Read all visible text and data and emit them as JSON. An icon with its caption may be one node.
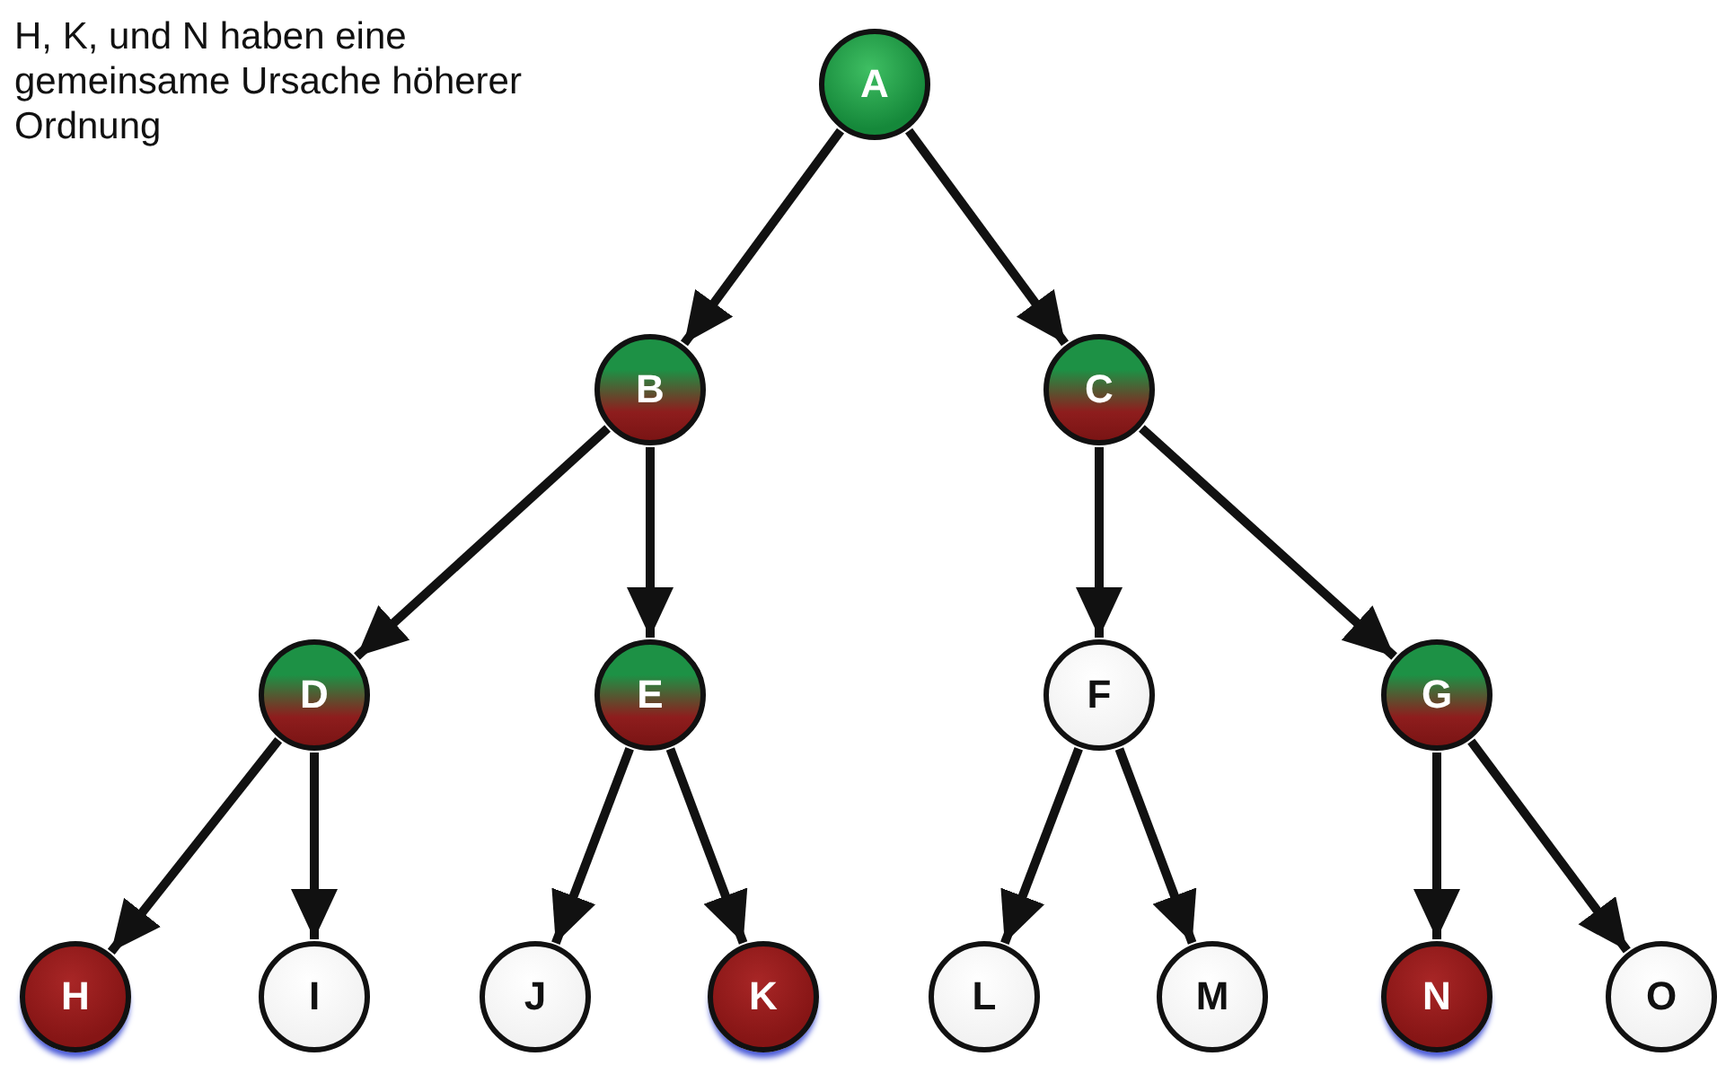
{
  "diagram": {
    "nodes": [
      {
        "text": [
          "A"
        ]
      },
      {
        "text": [
          "B"
        ]
      },
      {
        "text": [
          "C"
        ]
      },
      {
        "text": [
          "D"
        ]
      },
      {
        "text": [
          "E"
        ]
      },
      {
        "text": [
          "F"
        ]
      },
      {
        "text": [
          "G"
        ]
      },
      {
        "text": [
          "H"
        ]
      },
      {
        "text": [
          "I"
        ]
      },
      {
        "text": [
          "J"
        ]
      },
      {
        "text": [
          "K"
        ]
      },
      {
        "text": [
          "L"
        ]
      },
      {
        "text": [
          "M"
        ]
      },
      {
        "text": [
          "N"
        ]
      },
      {
        "text": [
          "O"
        ]
      }
    ],
    "edges": [
      {
        "from": 0,
        "to": 1,
        "arrow": "to"
      },
      {
        "from": 0,
        "to": 2,
        "arrow": "to"
      },
      {
        "from": 1,
        "to": 3,
        "arrow": "to"
      },
      {
        "from": 1,
        "to": 4,
        "arrow": "to"
      },
      {
        "from": 2,
        "to": 5,
        "arrow": "to"
      },
      {
        "from": 2,
        "to": 6,
        "arrow": "to"
      },
      {
        "from": 3,
        "to": 7,
        "arrow": "to"
      },
      {
        "from": 3,
        "to": 8,
        "arrow": "to"
      },
      {
        "from": 4,
        "to": 9,
        "arrow": "to"
      },
      {
        "from": 4,
        "to": 10,
        "arrow": "to"
      },
      {
        "from": 5,
        "to": 11,
        "arrow": "to"
      },
      {
        "from": 5,
        "to": 12,
        "arrow": "to"
      },
      {
        "from": 6,
        "to": 13,
        "arrow": "to"
      },
      {
        "from": 6,
        "to": 14,
        "arrow": "to"
      }
    ],
    "labels": [
      "H, K, und N haben eine gemeinsame Ursache höherer Ordnung"
    ]
  }
}
